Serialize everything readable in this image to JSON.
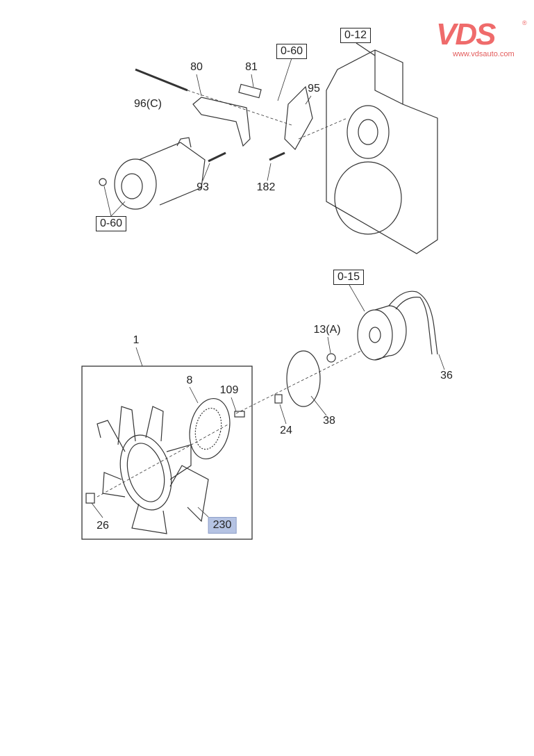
{
  "logo": {
    "brand": "VDS",
    "registered": "®",
    "url": "www.vdsauto.com",
    "color": "#ef6b6b"
  },
  "references": {
    "block_top": "0-12",
    "bracket_ref": "0-60",
    "alternator_ref": "0-60",
    "pulley_ref": "0-15"
  },
  "callouts": {
    "p80": "80",
    "p81": "81",
    "p95": "95",
    "p96": "96(C)",
    "p93": "93",
    "p182": "182",
    "p13": "13(A)",
    "p36": "36",
    "p1": "1",
    "p8": "8",
    "p109": "109",
    "p24": "24",
    "p38": "38",
    "p26": "26"
  },
  "highlighted": {
    "part": "230",
    "color": "#b5c3e3"
  }
}
